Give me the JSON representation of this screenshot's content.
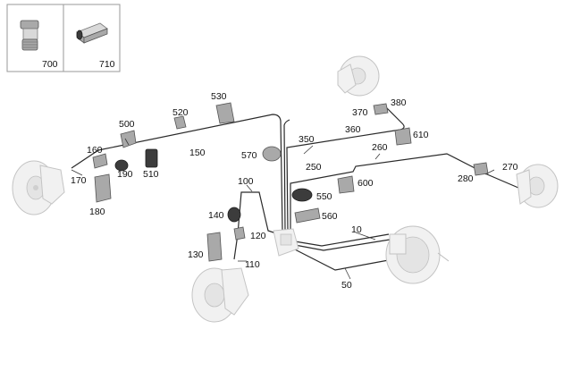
{
  "inset": {
    "labels": [
      "700",
      "710"
    ]
  },
  "labels": {
    "l10": "10",
    "l50": "50",
    "l100": "100",
    "l110": "110",
    "l120": "120",
    "l130": "130",
    "l140": "140",
    "l150": "150",
    "l160": "160",
    "l170": "170",
    "l180": "180",
    "l190": "190",
    "l250": "250",
    "l260": "260",
    "l270": "270",
    "l280": "280",
    "l350": "350",
    "l360": "360",
    "l370": "370",
    "l380": "380",
    "l500": "500",
    "l510": "510",
    "l520": "520",
    "l530": "530",
    "l550": "550",
    "l560": "560",
    "l570": "570",
    "l600": "600",
    "l610": "610"
  }
}
